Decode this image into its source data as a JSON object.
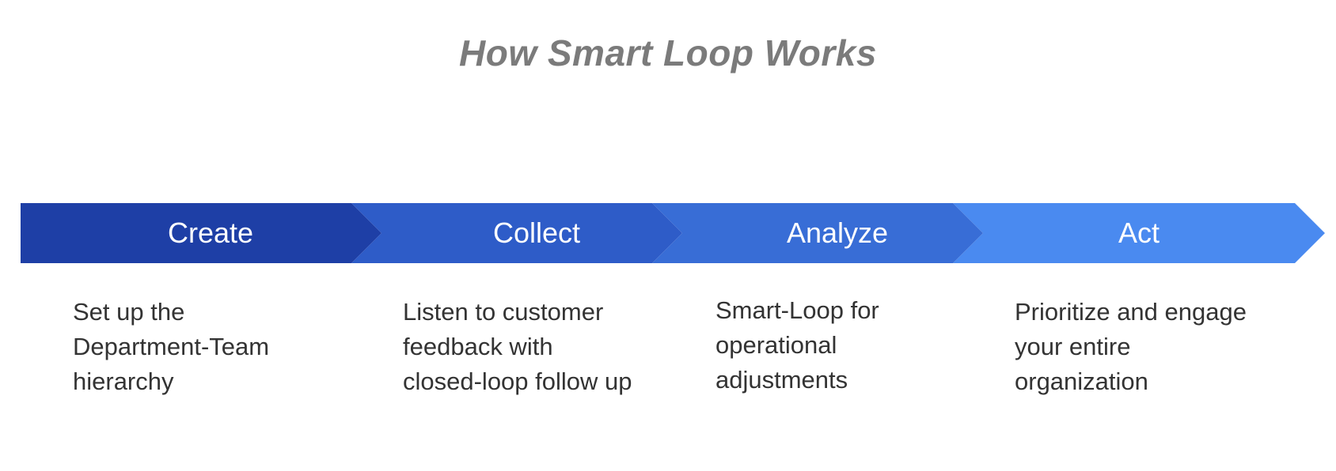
{
  "title": "How Smart Loop Works",
  "steps": [
    {
      "label": "Create",
      "color": "#1e3fa6",
      "description": [
        "Set up the",
        "Department-Team",
        "hierarchy"
      ]
    },
    {
      "label": "Collect",
      "color": "#2e5cc8",
      "description": [
        "Listen to customer",
        "feedback with",
        "closed-loop follow up"
      ]
    },
    {
      "label": "Analyze",
      "color": "#386dd6",
      "description": [
        "Smart-Loop for",
        "operational",
        "adjustments"
      ]
    },
    {
      "label": "Act",
      "color": "#4a8af0",
      "description": [
        "Prioritize and engage",
        "your entire",
        "organization"
      ]
    }
  ]
}
